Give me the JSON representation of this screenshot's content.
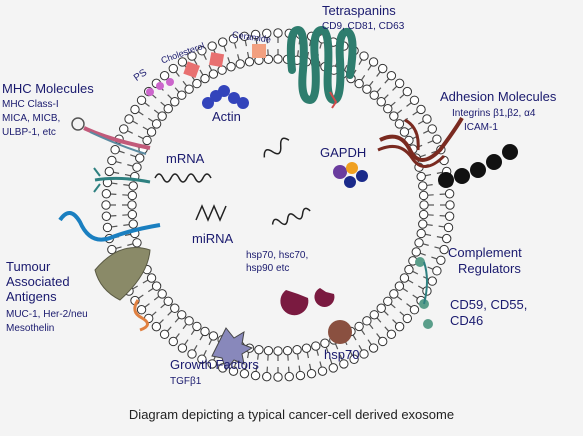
{
  "labels": {
    "tetraspanins": "Tetraspanins",
    "tetraspanins_sub": "CD9, CD81, CD63",
    "mhc": "MHC Molecules",
    "mhc_sub1": "MHC Class-I",
    "mhc_sub2": "MICA, MICB,",
    "mhc_sub3": "ULBP-1, etc",
    "adhesion": "Adhesion Molecules",
    "adhesion_sub1": "Integrins β1,β2, α4",
    "adhesion_sub2": "ICAM-1",
    "actin": "Actin",
    "mrna": "mRNA",
    "gapdh": "GAPDH",
    "mirna": "miRNA",
    "hsp": "hsp70, hsc70,",
    "hsp2": "hsp90 etc",
    "hsp70": "hsp70",
    "complement": "Complement",
    "complement2": "Regulators",
    "complement_sub1": "CD59, CD55,",
    "complement_sub2": "CD46",
    "tumour1": "Tumour",
    "tumour2": "Associated",
    "tumour3": "Antigens",
    "tumour_sub1": "MUC-1, Her-2/neu",
    "tumour_sub2": "Mesothelin",
    "growth": "Growth Factors",
    "growth_sub": "TGFβ1",
    "ps": "PS",
    "cholesterol": "Cholesterol",
    "ceramide": "Ceramide"
  },
  "caption": "Diagram depicting a typical cancer-cell derived exosome",
  "colors": {
    "membrane": "#555555",
    "label": "#1a1a6e",
    "tetraspanin": "#2e7d6e",
    "adhesion": "#7a2a20",
    "actin": "#3344bb",
    "tumour_antigen": "#8a8a68",
    "mhc_blue": "#1a7fc0"
  }
}
